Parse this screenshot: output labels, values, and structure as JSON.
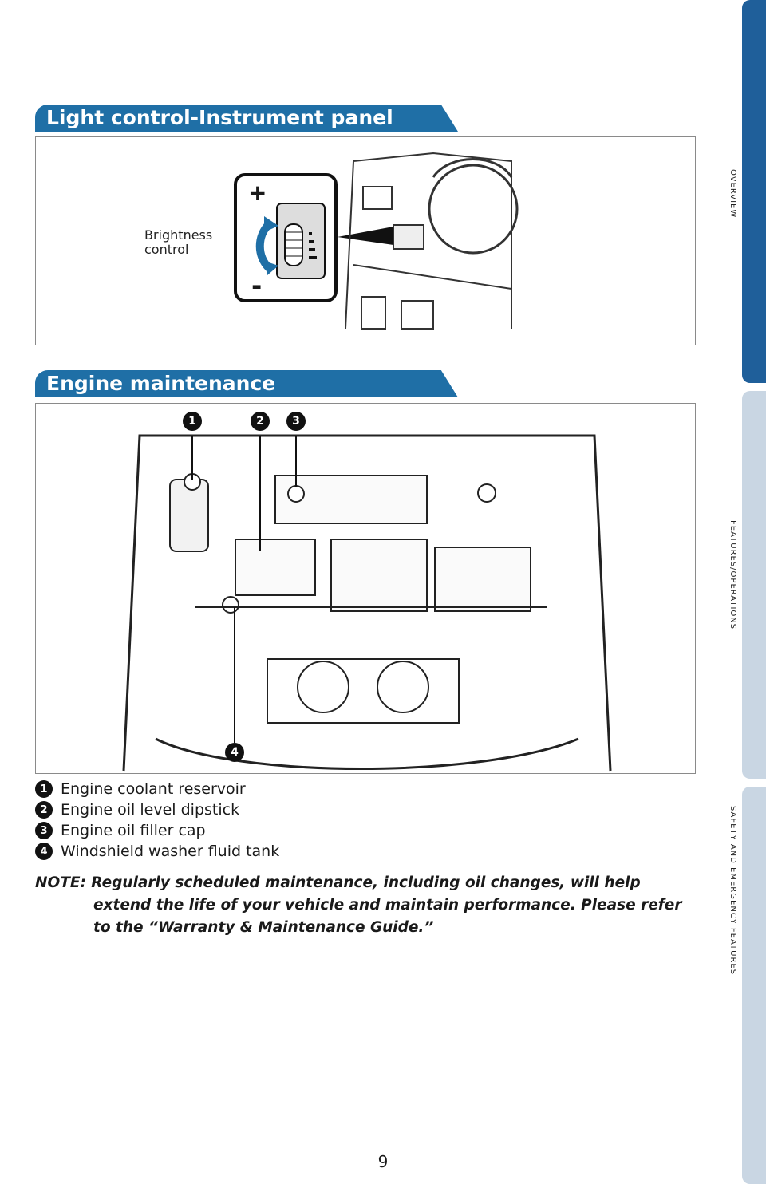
{
  "sections": {
    "light": {
      "title": "Light control-Instrument panel",
      "caption_line1": "Brightness",
      "caption_line2": "control",
      "plus": "+",
      "minus": "-"
    },
    "engine": {
      "title": "Engine maintenance"
    }
  },
  "callouts": [
    "1",
    "2",
    "3",
    "4"
  ],
  "legend": [
    {
      "num": "1",
      "label": "Engine coolant reservoir"
    },
    {
      "num": "2",
      "label": "Engine oil level dipstick"
    },
    {
      "num": "3",
      "label": "Engine oil ﬁller cap"
    },
    {
      "num": "4",
      "label": "Windshield washer ﬂuid tank"
    }
  ],
  "note": {
    "line1": "NOTE: Regularly scheduled maintenance, including oil changes, will help",
    "line2": "extend the life of your vehicle and maintain performance. Please refer",
    "line3": "to the “Warranty & Maintenance Guide.”"
  },
  "side_tabs": {
    "overview": "OVERVIEW",
    "features": "FEATURES/OPERATIONS",
    "safety": "SAFETY AND EMERGENCY FEATURES"
  },
  "page_number": "9",
  "colors": {
    "header": "#1f6fa6",
    "tab_active": "#1f5f9a",
    "tab_inactive": "#c9d6e3"
  }
}
